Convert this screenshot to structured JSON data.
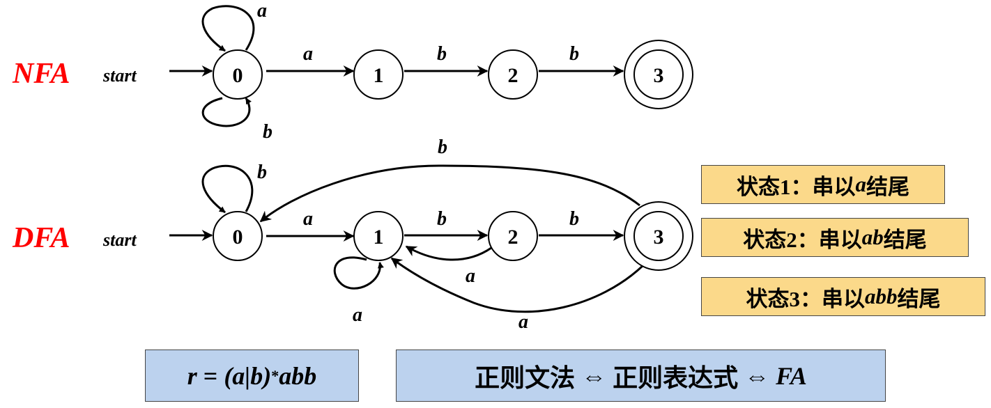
{
  "nfa": {
    "name": "NFA",
    "start_label": "start",
    "states": [
      "0",
      "1",
      "2",
      "3"
    ],
    "accepting_state": "3",
    "transitions": [
      {
        "from": "0",
        "to": "0",
        "symbol": "a"
      },
      {
        "from": "0",
        "to": "0",
        "symbol": "b"
      },
      {
        "from": "0",
        "to": "1",
        "symbol": "a"
      },
      {
        "from": "1",
        "to": "2",
        "symbol": "b"
      },
      {
        "from": "2",
        "to": "3",
        "symbol": "b"
      }
    ]
  },
  "dfa": {
    "name": "DFA",
    "start_label": "start",
    "states": [
      "0",
      "1",
      "2",
      "3"
    ],
    "accepting_state": "3",
    "transitions": [
      {
        "from": "0",
        "to": "0",
        "symbol": "b"
      },
      {
        "from": "0",
        "to": "1",
        "symbol": "a"
      },
      {
        "from": "1",
        "to": "1",
        "symbol": "a"
      },
      {
        "from": "1",
        "to": "2",
        "symbol": "b"
      },
      {
        "from": "2",
        "to": "1",
        "symbol": "a"
      },
      {
        "from": "2",
        "to": "3",
        "symbol": "b"
      },
      {
        "from": "3",
        "to": "1",
        "symbol": "a"
      },
      {
        "from": "3",
        "to": "0",
        "symbol": "b"
      }
    ]
  },
  "notes": [
    {
      "prefix": "状态1：串以",
      "suffix": "a",
      "end": "结尾"
    },
    {
      "prefix": "状态2：串以",
      "suffix": "ab",
      "end": "结尾"
    },
    {
      "prefix": "状态3：串以",
      "suffix": "abb",
      "end": "结尾"
    }
  ],
  "regex": {
    "r": "r",
    "eq": " = ",
    "body": "(a|b)",
    "sup": "*",
    "tail": "abb"
  },
  "equivalence": {
    "part1": "正则文法",
    "arrow": " ⇔ ",
    "part2": "正则表达式",
    "part3": "FA"
  },
  "colors": {
    "title": "#ff0000",
    "note_bg": "#fbd98a",
    "box_bg": "#bcd2ee"
  }
}
